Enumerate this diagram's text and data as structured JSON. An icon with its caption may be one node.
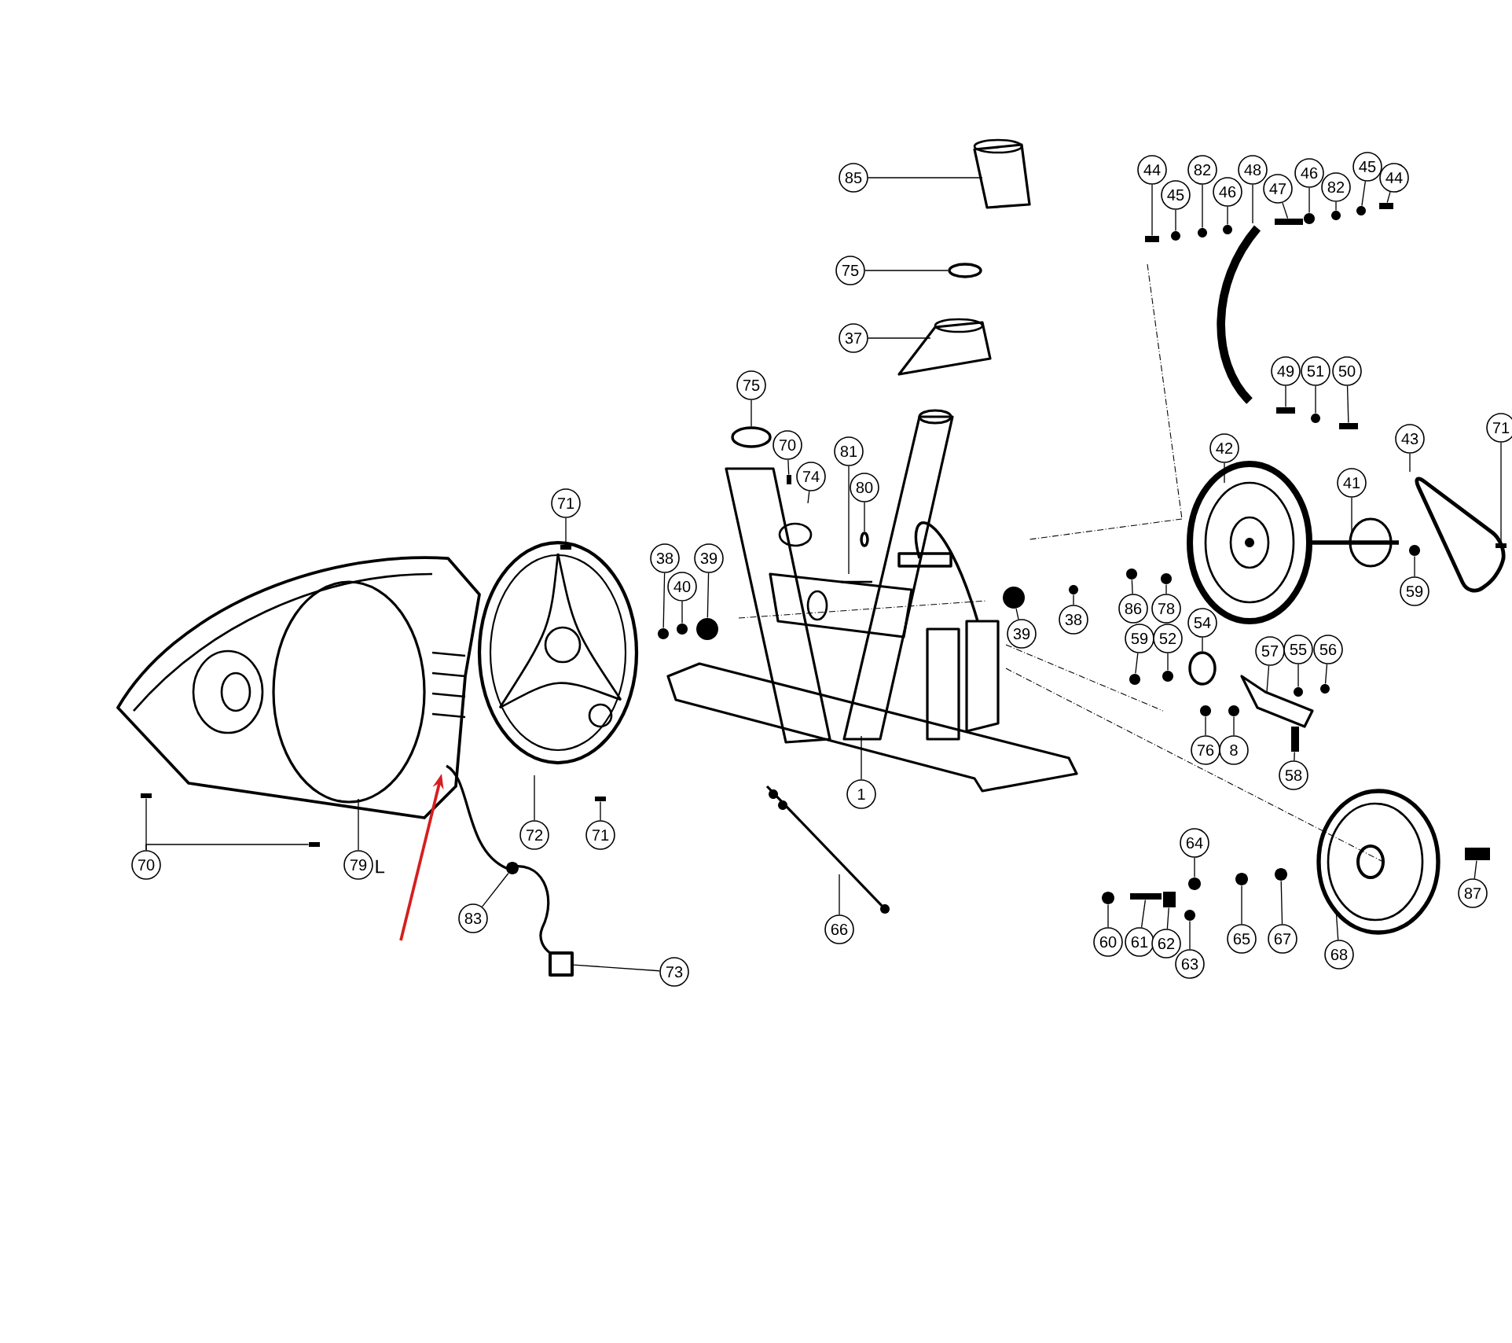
{
  "diagram": {
    "nodes": [
      {
        "text": [
          "85"
        ]
      },
      {
        "text": [
          "75"
        ]
      },
      {
        "text": [
          "37"
        ]
      },
      {
        "text": [
          "44"
        ]
      },
      {
        "text": [
          "45"
        ]
      },
      {
        "text": [
          "82"
        ]
      },
      {
        "text": [
          "46"
        ]
      },
      {
        "text": [
          "48"
        ]
      },
      {
        "text": [
          "47"
        ]
      },
      {
        "text": [
          "46"
        ]
      },
      {
        "text": [
          "82"
        ]
      },
      {
        "text": [
          "45"
        ]
      },
      {
        "text": [
          "44"
        ]
      },
      {
        "text": [
          "49"
        ]
      },
      {
        "text": [
          "51"
        ]
      },
      {
        "text": [
          "50"
        ]
      },
      {
        "text": [
          "75"
        ]
      },
      {
        "text": [
          "70"
        ]
      },
      {
        "text": [
          "74"
        ]
      },
      {
        "text": [
          "81"
        ]
      },
      {
        "text": [
          "80"
        ]
      },
      {
        "text": [
          "71"
        ]
      },
      {
        "text": [
          "38"
        ]
      },
      {
        "text": [
          "40"
        ]
      },
      {
        "text": [
          "39"
        ]
      },
      {
        "text": [
          "42"
        ]
      },
      {
        "text": [
          "43"
        ]
      },
      {
        "text": [
          "71"
        ]
      },
      {
        "text": [
          "41"
        ]
      },
      {
        "text": [
          "38"
        ]
      },
      {
        "text": [
          "39"
        ]
      },
      {
        "text": [
          "59"
        ]
      },
      {
        "text": [
          "86"
        ]
      },
      {
        "text": [
          "78"
        ]
      },
      {
        "text": [
          "59"
        ]
      },
      {
        "text": [
          "52"
        ]
      },
      {
        "text": [
          "54"
        ]
      },
      {
        "text": [
          "57"
        ]
      },
      {
        "text": [
          "55"
        ]
      },
      {
        "text": [
          "56"
        ]
      },
      {
        "text": [
          "76"
        ]
      },
      {
        "text": [
          "8"
        ]
      },
      {
        "text": [
          "58"
        ]
      },
      {
        "text": [
          "1"
        ]
      },
      {
        "text": [
          "71"
        ]
      },
      {
        "text": [
          "72"
        ]
      },
      {
        "text": [
          "70"
        ]
      },
      {
        "text": [
          "79"
        ],
        "beside": [
          "L"
        ]
      },
      {
        "text": [
          "83"
        ]
      },
      {
        "text": [
          "73"
        ]
      },
      {
        "text": [
          "66"
        ]
      },
      {
        "text": [
          "64"
        ]
      },
      {
        "text": [
          "60"
        ]
      },
      {
        "text": [
          "61"
        ]
      },
      {
        "text": [
          "62"
        ]
      },
      {
        "text": [
          "63"
        ]
      },
      {
        "text": [
          "65"
        ]
      },
      {
        "text": [
          "67"
        ]
      },
      {
        "text": [
          "68"
        ]
      },
      {
        "text": [
          "87"
        ]
      },
      {
        "text": [],
        "shape": "box"
      },
      {
        "text": [],
        "shape": "box"
      },
      {
        "text": [],
        "shape": "circle"
      },
      {
        "text": [],
        "shape": "box"
      },
      {
        "text": [],
        "shape": "box"
      },
      {
        "text": [],
        "shape": "circle"
      },
      {
        "text": [],
        "shape": "circle"
      },
      {
        "text": [],
        "shape": "circle"
      },
      {
        "text": [],
        "shape": "ring"
      },
      {
        "text": [],
        "shape": "ring"
      },
      {
        "text": [],
        "shape": "circle"
      },
      {
        "text": [],
        "shape": "circle"
      },
      {
        "text": [],
        "shape": "circle"
      },
      {
        "text": [],
        "shape": "box"
      },
      {
        "text": [],
        "shape": "circle"
      },
      {
        "text": [],
        "shape": "circle"
      },
      {
        "text": [],
        "shape": "box"
      },
      {
        "text": [],
        "shape": "circle"
      },
      {
        "text": [],
        "shape": "circle"
      },
      {
        "text": [],
        "shape": "box"
      },
      {
        "text": [],
        "shape": "circle"
      },
      {
        "text": [],
        "shape": "circle"
      },
      {
        "text": [],
        "shape": "circle"
      },
      {
        "text": [],
        "shape": "ring"
      },
      {
        "text": [],
        "shape": "circle"
      },
      {
        "text": [],
        "shape": "circle"
      },
      {
        "text": [],
        "shape": "circle"
      },
      {
        "text": [],
        "shape": "circle"
      },
      {
        "text": [],
        "shape": "circle"
      },
      {
        "text": [],
        "shape": "circle"
      },
      {
        "text": [],
        "shape": "box"
      },
      {
        "text": [],
        "shape": "box"
      },
      {
        "text": [],
        "shape": "box"
      },
      {
        "text": [],
        "shape": "circle"
      },
      {
        "text": [],
        "shape": "circle"
      },
      {
        "text": [],
        "shape": "circle"
      },
      {
        "text": [],
        "shape": "circle"
      },
      {
        "text": [],
        "shape": "circle"
      },
      {
        "text": [],
        "shape": "box"
      },
      {
        "text": [],
        "shape": "circle"
      },
      {
        "text": [],
        "shape": "box"
      },
      {
        "text": [],
        "shape": "circle"
      },
      {
        "text": [],
        "shape": "box"
      },
      {
        "text": [],
        "shape": "box"
      },
      {
        "text": [],
        "shape": "box"
      },
      {
        "text": [],
        "shape": "ring"
      },
      {
        "text": [],
        "shape": "connector"
      }
    ],
    "edges": [
      {
        "from": 0,
        "to": null,
        "arrow": "none"
      },
      {
        "from": 1,
        "to": 69,
        "arrow": "none"
      },
      {
        "from": 2,
        "to": null,
        "arrow": "none"
      },
      {
        "from": 3,
        "to": 76,
        "arrow": "none"
      },
      {
        "from": 4,
        "to": 80,
        "arrow": "none"
      },
      {
        "from": 5,
        "to": 84,
        "arrow": "none"
      },
      {
        "from": 6,
        "to": 86,
        "arrow": "none"
      },
      {
        "from": 7,
        "to": null,
        "arrow": "none"
      },
      {
        "from": 8,
        "to": 90,
        "arrow": "none"
      },
      {
        "from": 9,
        "to": 94,
        "arrow": "none"
      },
      {
        "from": 10,
        "to": 97,
        "arrow": "none"
      },
      {
        "from": 11,
        "to": 99,
        "arrow": "none"
      },
      {
        "from": 12,
        "to": 100,
        "arrow": "none"
      },
      {
        "from": 13,
        "to": 91,
        "arrow": "none"
      },
      {
        "from": 14,
        "to": 95,
        "arrow": "none"
      },
      {
        "from": 15,
        "to": 98,
        "arrow": "none"
      },
      {
        "from": 16,
        "to": 68,
        "arrow": "none"
      },
      {
        "from": 17,
        "to": 104,
        "arrow": "none"
      },
      {
        "from": 18,
        "to": null,
        "arrow": "none"
      },
      {
        "from": 19,
        "to": null,
        "arrow": "none"
      },
      {
        "from": 20,
        "to": 105,
        "arrow": "none"
      },
      {
        "from": 21,
        "to": 63,
        "arrow": "none"
      },
      {
        "from": 22,
        "to": 65,
        "arrow": "none"
      },
      {
        "from": 23,
        "to": 66,
        "arrow": "none"
      },
      {
        "from": 24,
        "to": 67,
        "arrow": "none"
      },
      {
        "from": 25,
        "to": null,
        "arrow": "none"
      },
      {
        "from": 26,
        "to": null,
        "arrow": "none"
      },
      {
        "from": 27,
        "to": 103,
        "arrow": "none"
      },
      {
        "from": 28,
        "to": null,
        "arrow": "none"
      },
      {
        "from": 29,
        "to": 71,
        "arrow": "none"
      },
      {
        "from": 30,
        "to": 70,
        "arrow": "none"
      },
      {
        "from": 31,
        "to": 101,
        "arrow": "none"
      },
      {
        "from": 32,
        "to": 74,
        "arrow": "none"
      },
      {
        "from": 33,
        "to": 77,
        "arrow": "none"
      },
      {
        "from": 34,
        "to": 75,
        "arrow": "none"
      },
      {
        "from": 35,
        "to": 78,
        "arrow": "none"
      },
      {
        "from": 36,
        "to": 83,
        "arrow": "none"
      },
      {
        "from": 37,
        "to": null,
        "arrow": "none"
      },
      {
        "from": 38,
        "to": 93,
        "arrow": "none"
      },
      {
        "from": 39,
        "to": 96,
        "arrow": "none"
      },
      {
        "from": 40,
        "to": 85,
        "arrow": "none"
      },
      {
        "from": 41,
        "to": 87,
        "arrow": "none"
      },
      {
        "from": 42,
        "to": 92,
        "arrow": "none"
      },
      {
        "from": 43,
        "to": null,
        "arrow": "none"
      },
      {
        "from": 44,
        "to": 64,
        "arrow": "none"
      },
      {
        "from": 45,
        "to": null,
        "arrow": "none"
      },
      {
        "from": 46,
        "to": 60,
        "arrow": "none"
      },
      {
        "from": 46,
        "to": 61,
        "arrow": "none"
      },
      {
        "from": 47,
        "to": null,
        "arrow": "none"
      },
      {
        "from": 48,
        "to": 62,
        "arrow": "none"
      },
      {
        "from": 49,
        "to": 106,
        "arrow": "none"
      },
      {
        "from": 50,
        "to": null,
        "arrow": "none"
      },
      {
        "from": 51,
        "to": 82,
        "arrow": "none"
      },
      {
        "from": 52,
        "to": 72,
        "arrow": "none"
      },
      {
        "from": 53,
        "to": 73,
        "arrow": "none"
      },
      {
        "from": 54,
        "to": 79,
        "arrow": "none"
      },
      {
        "from": 55,
        "to": 81,
        "arrow": "none"
      },
      {
        "from": 56,
        "to": 88,
        "arrow": "none"
      },
      {
        "from": 57,
        "to": 89,
        "arrow": "none"
      },
      {
        "from": 58,
        "to": null,
        "arrow": "none"
      },
      {
        "from": 59,
        "to": 102,
        "arrow": "none"
      }
    ]
  }
}
